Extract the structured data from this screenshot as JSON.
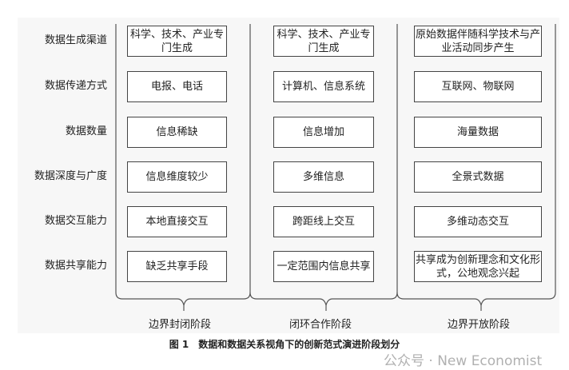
{
  "rows": [
    {
      "label": "数据生成渠道",
      "cells": [
        "科学、技术、产业专门生成",
        "科学、技术、产业专门生成",
        "原始数据伴随科学技术与产业活动同步产生"
      ]
    },
    {
      "label": "数据传递方式",
      "cells": [
        "电报、电话",
        "计算机、信息系统",
        "互联网、物联网"
      ]
    },
    {
      "label": "数据数量",
      "cells": [
        "信息稀缺",
        "信息增加",
        "海量数据"
      ]
    },
    {
      "label": "数据深度与广度",
      "cells": [
        "信息维度较少",
        "多维信息",
        "全景式数据"
      ]
    },
    {
      "label": "数据交互能力",
      "cells": [
        "本地直接交互",
        "跨距线上交互",
        "多维动态交互"
      ]
    },
    {
      "label": "数据共享能力",
      "cells": [
        "缺乏共享手段",
        "一定范围内信息共享",
        "共享成为创新理念和文化形式，公地观念兴起"
      ]
    }
  ],
  "stages": [
    "边界封闭阶段",
    "闭环合作阶段",
    "边界开放阶段"
  ],
  "caption": "图 1　数据和数据关系视角下的创新范式演进阶段划分",
  "watermark": "公众号 · New Economist"
}
